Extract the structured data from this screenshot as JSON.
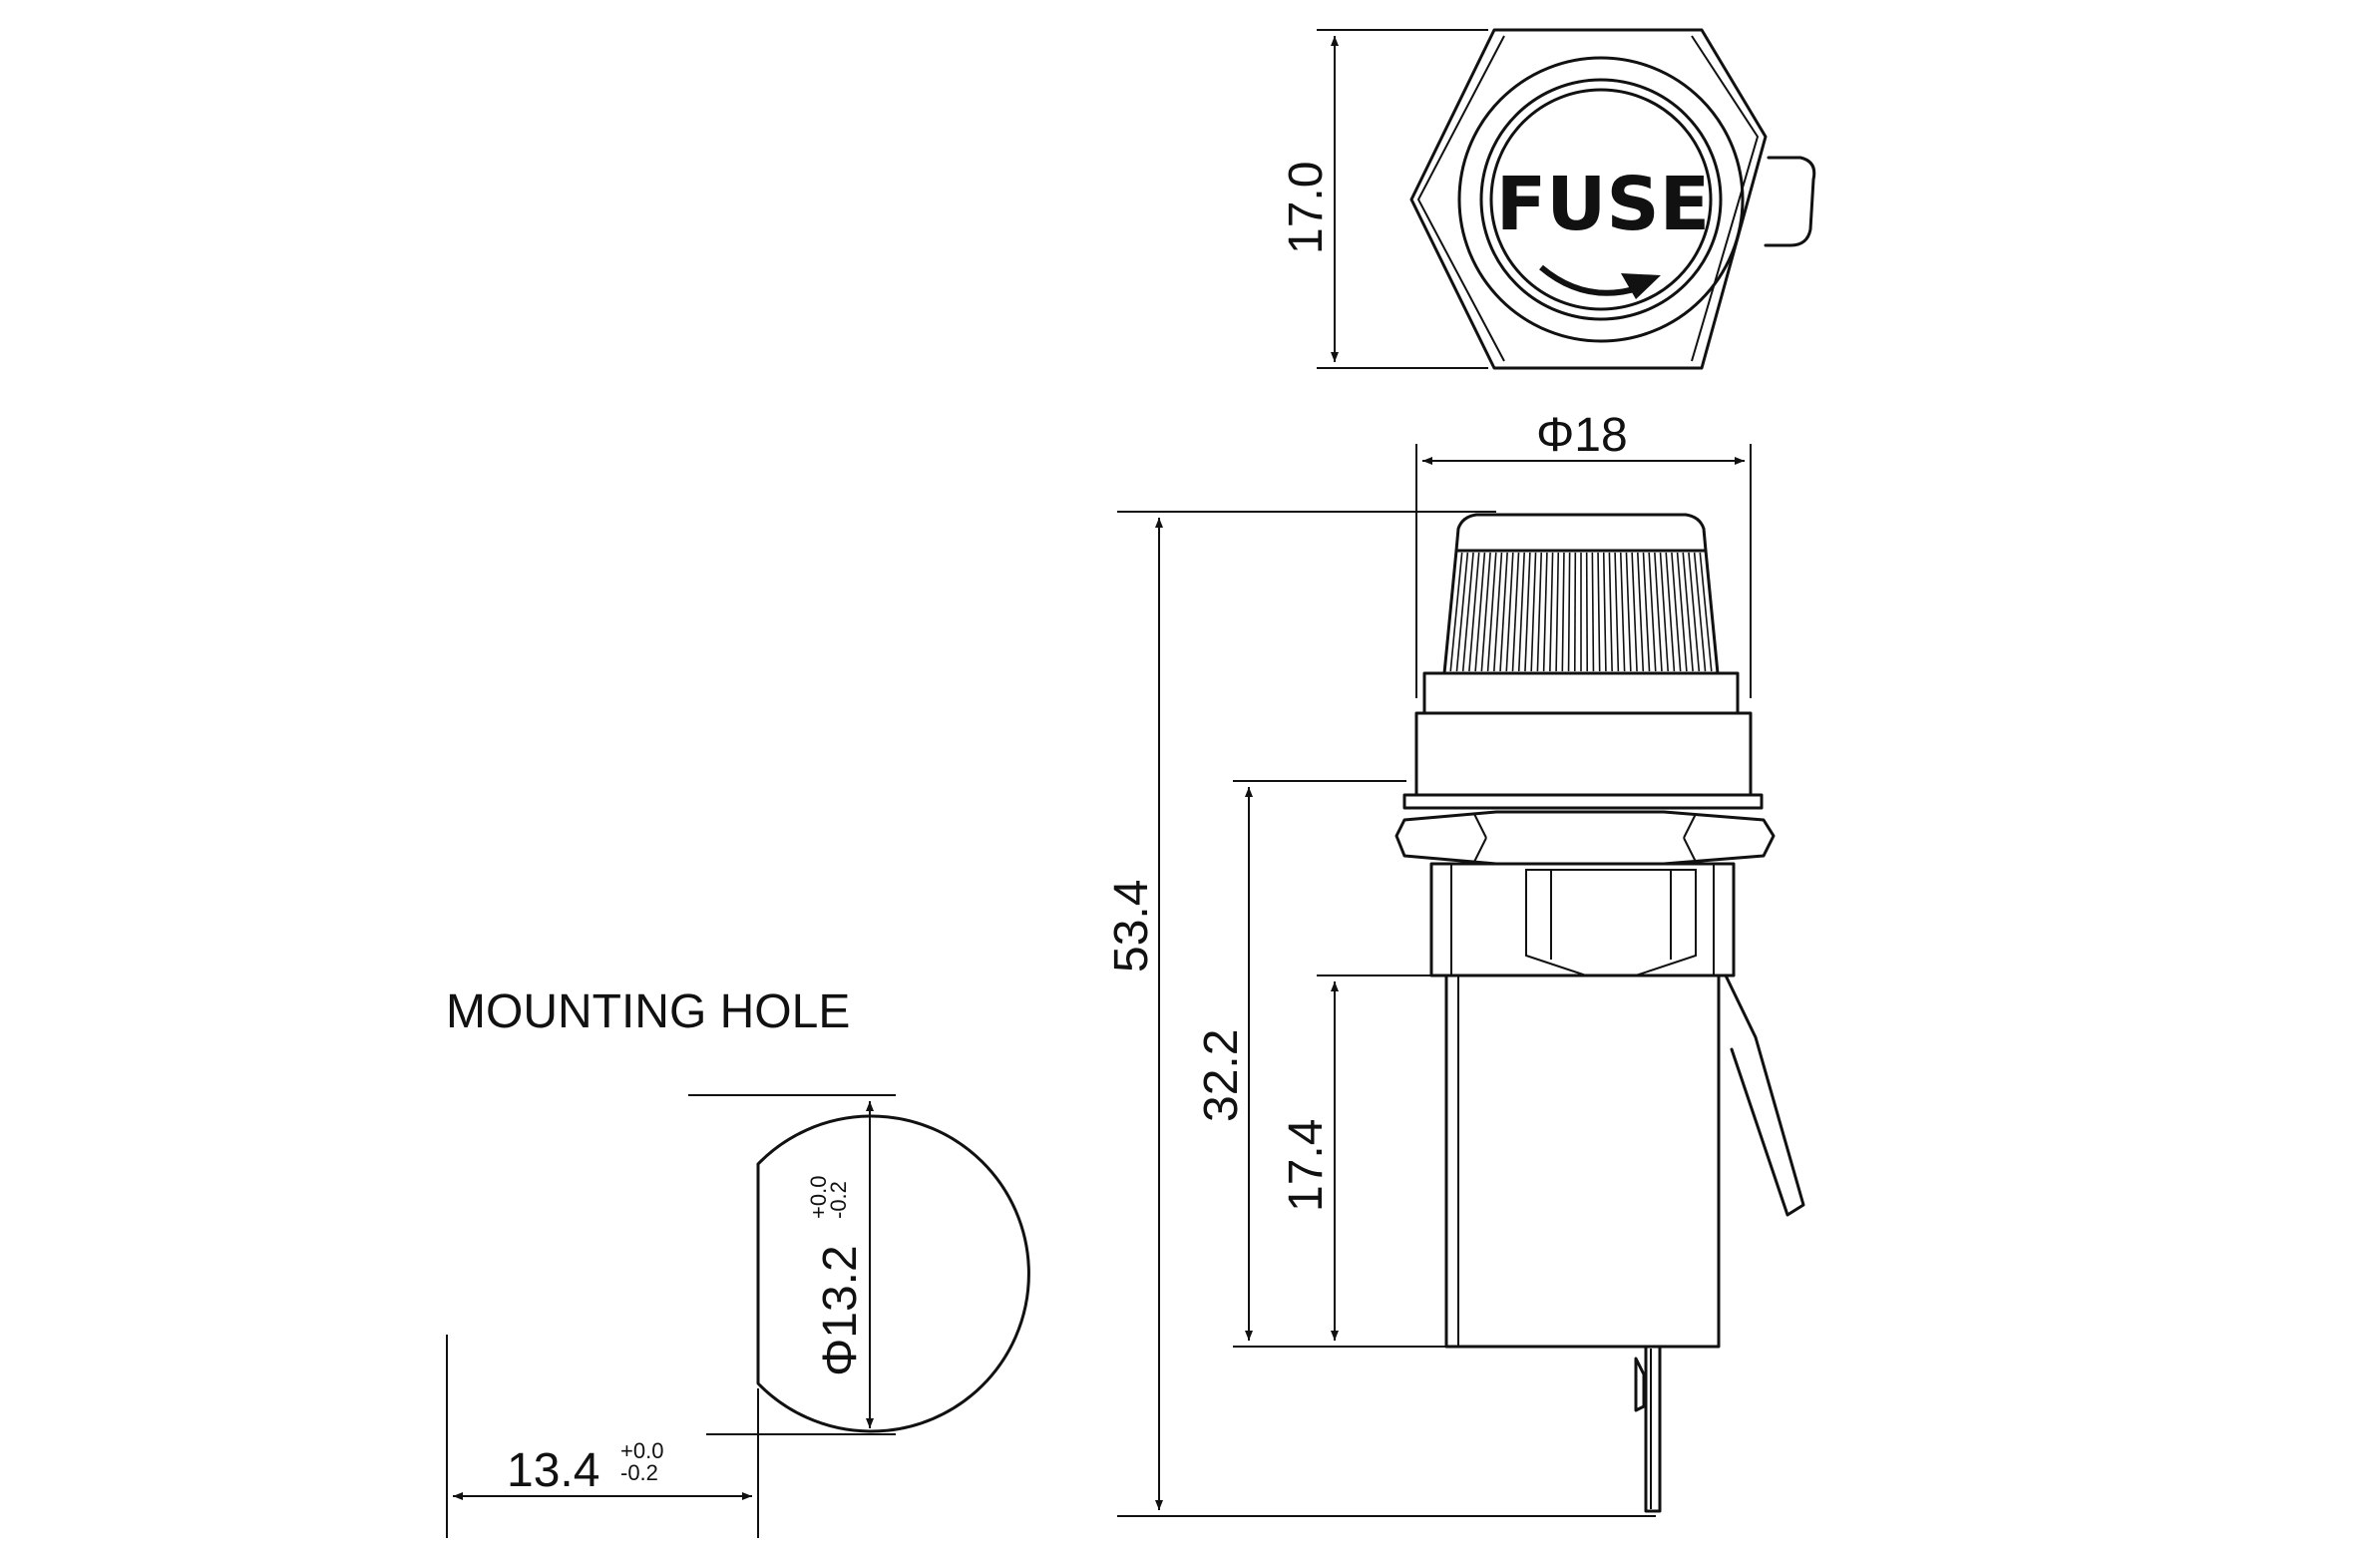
{
  "mounting_hole": {
    "title": "MOUNTING HOLE",
    "diameter": {
      "label": "Φ13.2",
      "tol_plus": "+0.0",
      "tol_minus": "-0.2"
    },
    "flat_width": {
      "label": "13.4",
      "tol_plus": "+0.0",
      "tol_minus": "-0.2"
    }
  },
  "top_view": {
    "cap_text": "FUSE",
    "height": "17.0"
  },
  "side_view": {
    "cap_diameter": "Φ18",
    "total_length": "53.4",
    "body_length": "32.2",
    "terminal_length": "17.4"
  },
  "colors": {
    "line": "#111111",
    "background": "#ffffff"
  }
}
